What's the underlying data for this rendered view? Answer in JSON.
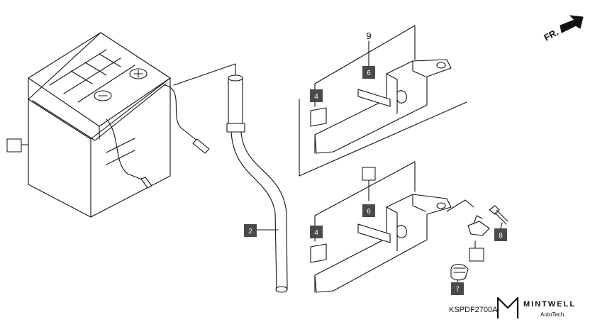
{
  "diagram": {
    "part_number": "KSPDF2700A",
    "direction": "FR.",
    "callouts": {
      "battery": "",
      "tube": "2",
      "pad_upper": "4",
      "pad_lower": "4",
      "block_upper": "6",
      "block_lower": "6",
      "cap": "7",
      "bolt": "8",
      "group_upper": "9",
      "group_lower": "",
      "clip": ""
    },
    "brand": {
      "name": "MINTWELL",
      "sub": "AutoTech"
    },
    "colors": {
      "line": "#111111",
      "label_bg": "#4a4a4a",
      "label_text": "#ffffff"
    }
  }
}
